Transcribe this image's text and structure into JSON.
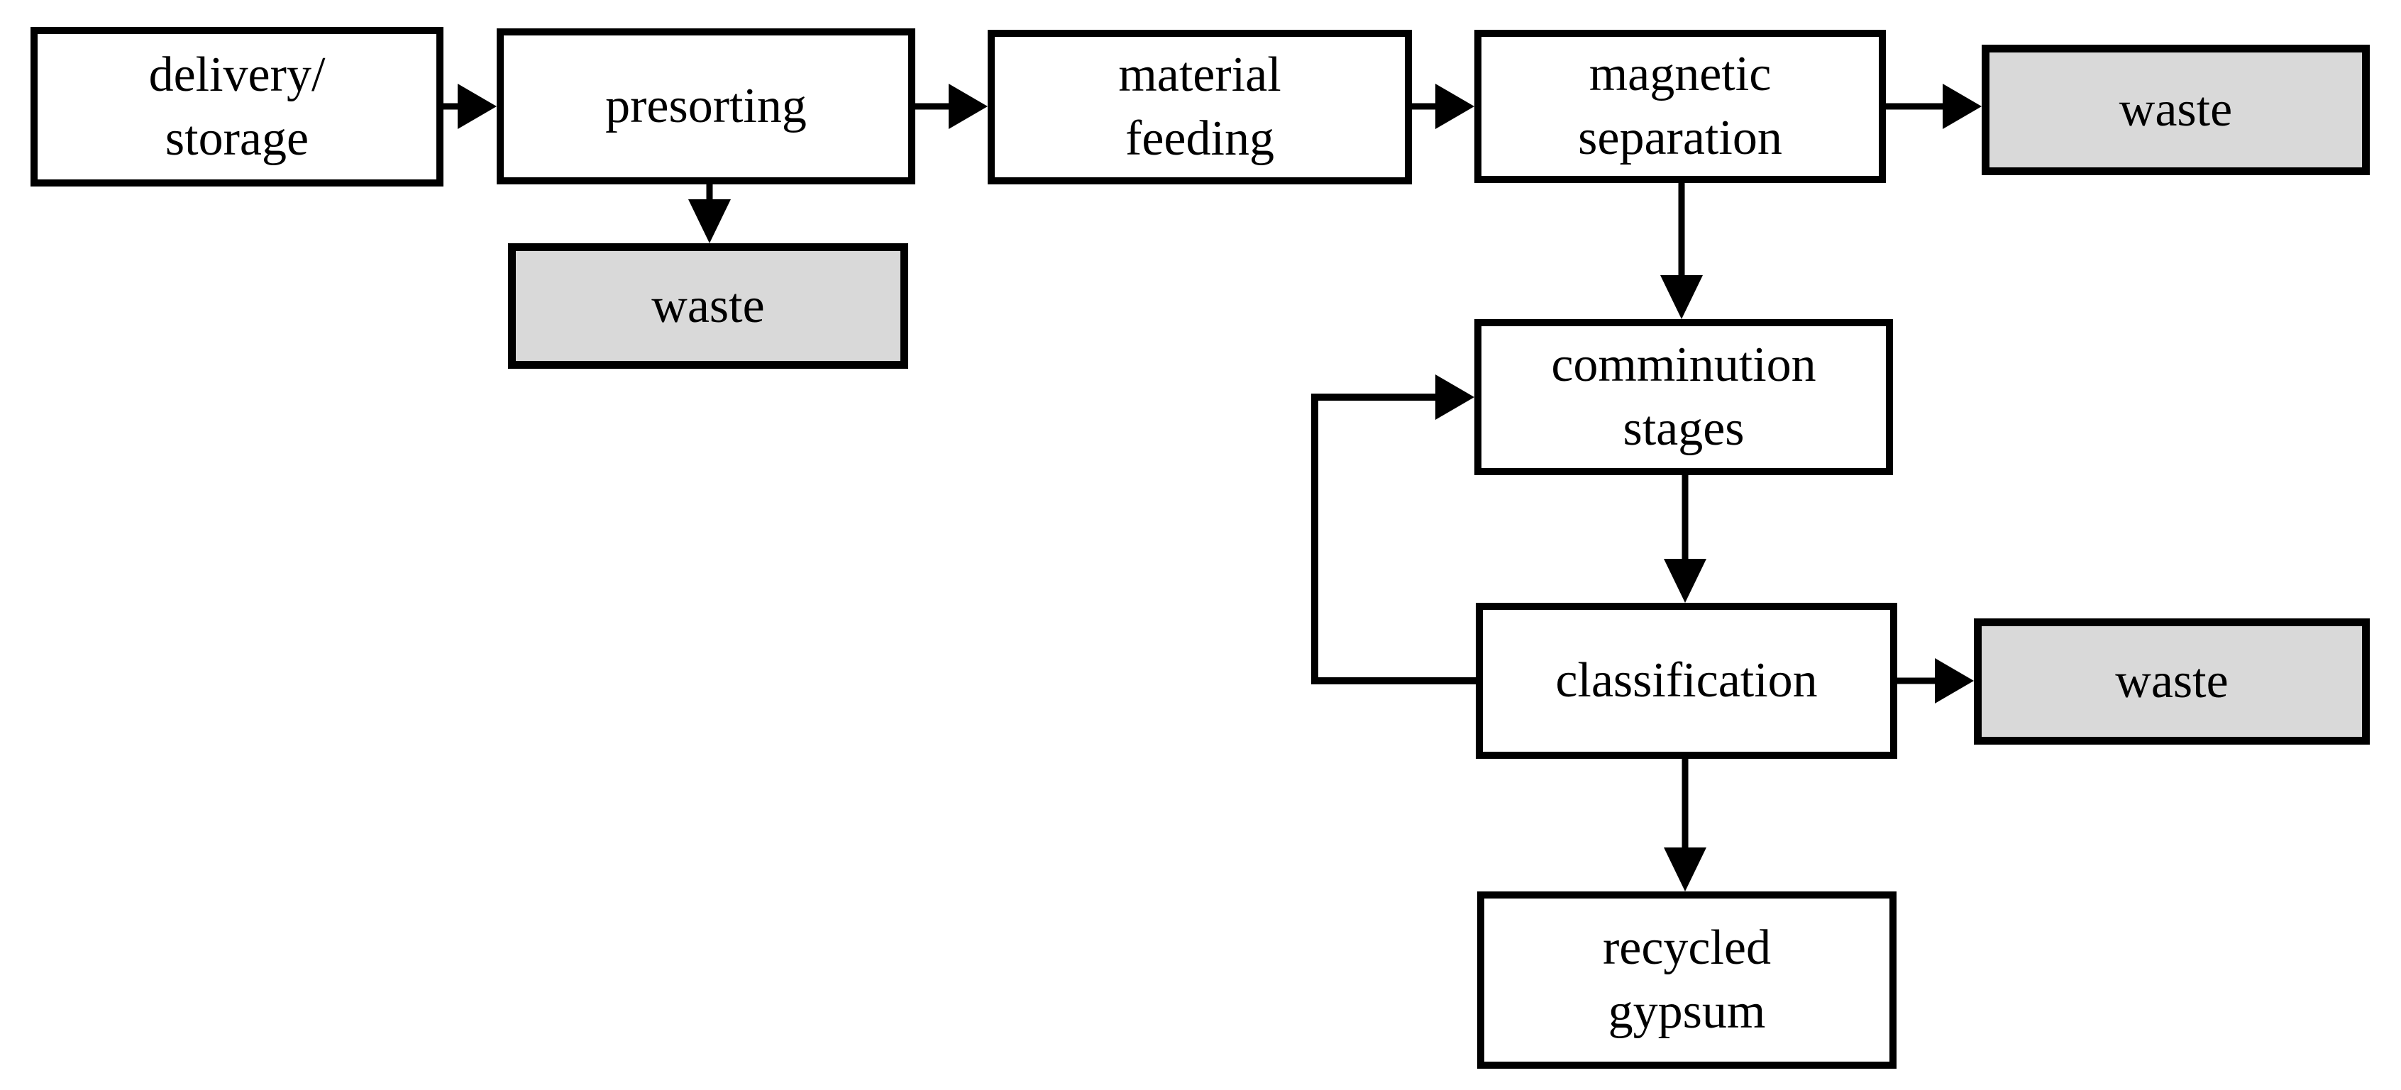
{
  "flowchart": {
    "nodes": {
      "delivery_storage": {
        "label": "delivery/\nstorage",
        "type": "process"
      },
      "presorting": {
        "label": "presorting",
        "type": "process"
      },
      "material_feeding": {
        "label": "material\nfeeding",
        "type": "process"
      },
      "magnetic_separation": {
        "label": "magnetic\nseparation",
        "type": "process"
      },
      "waste_after_magnetic_separation": {
        "label": "waste",
        "type": "waste-output"
      },
      "waste_after_presorting": {
        "label": "waste",
        "type": "waste-output"
      },
      "comminution_stages": {
        "label": "comminution\nstages",
        "type": "process"
      },
      "classification": {
        "label": "classification",
        "type": "process"
      },
      "waste_after_classification": {
        "label": "waste",
        "type": "waste-output"
      },
      "recycled_gypsum": {
        "label": "recycled\ngypsum",
        "type": "product-output"
      }
    },
    "edges": [
      {
        "from": "delivery_storage",
        "to": "presorting"
      },
      {
        "from": "presorting",
        "to": "material_feeding"
      },
      {
        "from": "presorting",
        "to": "waste_after_presorting"
      },
      {
        "from": "material_feeding",
        "to": "magnetic_separation"
      },
      {
        "from": "magnetic_separation",
        "to": "waste_after_magnetic_separation"
      },
      {
        "from": "magnetic_separation",
        "to": "comminution_stages"
      },
      {
        "from": "comminution_stages",
        "to": "classification"
      },
      {
        "from": "classification",
        "to": "comminution_stages",
        "note": "feedback loop"
      },
      {
        "from": "classification",
        "to": "waste_after_classification"
      },
      {
        "from": "classification",
        "to": "recycled_gypsum"
      }
    ],
    "colors": {
      "process_fill": "#ffffff",
      "waste_fill": "#d9d9d9",
      "line": "#000000"
    }
  }
}
